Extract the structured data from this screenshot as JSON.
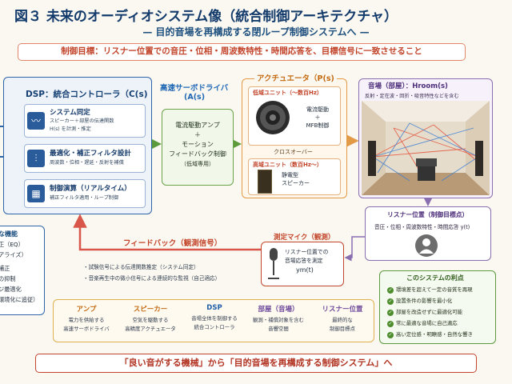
{
  "header": {
    "title": "図３ 未来のオーディオシステム像（統合制御アーキテクチャ）",
    "subtitle": "— 目的音場を再構成する閉ループ制御システムへ —",
    "goal": "制御目標：リスナー位置での音圧・位相・周波数特性・時間応答を、目標信号に一致させること"
  },
  "left_panel": {
    "title": "な機能",
    "items": [
      "正（EQ）",
      "アライズ）",
      "",
      "補正",
      "の抑制",
      "ジ最適化",
      "環境化に追従）"
    ]
  },
  "dsp": {
    "title": "DSP：統合コントローラ（C(s)",
    "blocks": [
      {
        "icon": "〰",
        "heading": "システム同定",
        "lines": [
          "スピーカー＋部屋の伝達関数",
          "H(s) を計測・推定"
        ]
      },
      {
        "icon": "⫶",
        "heading": "最適化・補正フィルタ設計",
        "lines": [
          "周波数・位相・遅延・反射を補償"
        ]
      },
      {
        "icon": "▦",
        "heading": "制御演算（リアルタイム）",
        "lines": [
          "補正フィルタ適用・ループ制御"
        ]
      }
    ]
  },
  "amp": {
    "label_top": "高速サーボドライバ",
    "label_sub": "(A(s)",
    "lines": [
      "電流駆動アンプ",
      "＋",
      "モーション",
      "フィードバック制御",
      "（低域専用）"
    ]
  },
  "actuator": {
    "title": "アクチュエータ（P(s)",
    "low_unit": {
      "title": "低域ユニット（〜数百Hz）",
      "desc": [
        "電流駆動",
        "＋",
        "MFB制御"
      ]
    },
    "crossover": "クロスオーバー",
    "high_unit": {
      "title": "高域ユニット（数百Hz〜）",
      "desc": [
        "静電型",
        "スピーカー"
      ]
    }
  },
  "room": {
    "title": "音場（部屋）：Hroom(s)",
    "desc": "反射・定在波・回折・吸音特性などを含む"
  },
  "listener": {
    "title": "リスナー位置（制御目標点）",
    "desc": "音圧・位相・周波数特性・時間応答 y(t)"
  },
  "feedback": {
    "label": "フィードバック（観測信号）",
    "notes": [
      "・試験信号による伝達関数推定（システム同定）",
      "・音楽再生中の微小信号による連続的な監視（自己適応）"
    ]
  },
  "mic": {
    "title": "測定マイク（観測）",
    "desc": [
      "リスナー位置での",
      "音場応答を測定",
      "ym(t)"
    ]
  },
  "benefits": {
    "title": "このシステムの利点",
    "items": [
      "環境差を超えて一定の音質を再現",
      "設置条件の影響を最小化",
      "部屋を改造せずに最適化可能",
      "常に最適な音場に自己適応",
      "高い定位感・明瞭感・自然な響き"
    ]
  },
  "bottom": [
    {
      "heading": "アンプ",
      "color": "#c46b12",
      "lines": [
        "電力を供給する",
        "高速サーボドライバ"
      ]
    },
    {
      "heading": "スピーカー",
      "color": "#c46b12",
      "lines": [
        "空気を駆動する",
        "高精度アクチュエータ"
      ]
    },
    {
      "heading": "DSP",
      "color": "#1f5fa8",
      "lines": [
        "音場全体を制御する",
        "統合コントローラ"
      ]
    },
    {
      "heading": "部屋（音場）",
      "color": "#6e4b9c",
      "lines": [
        "観測・補償対象を含む",
        "音響空間"
      ]
    },
    {
      "heading": "リスナー位置",
      "color": "#6e4b9c",
      "lines": [
        "最終的な",
        "制御目標点"
      ]
    }
  ],
  "banner": "「良い音がする機械」から「目的音場を再構成する制御システム」へ"
}
